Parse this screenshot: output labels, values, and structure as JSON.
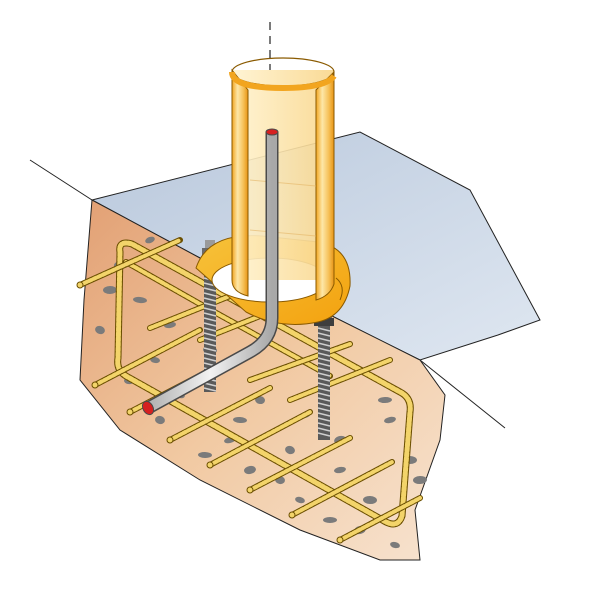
{
  "figure": {
    "kind": "technical-illustration",
    "components": [
      "ground-surface",
      "concrete-foundation-block",
      "rebar-cage",
      "anchor-bolts",
      "steel-pole-sleeve",
      "base-flange-plate",
      "conduit-pipe",
      "centerline-axis"
    ],
    "colors": {
      "ground": "#c9d6e6",
      "concrete": "#f0c9a0",
      "concrete_dark": "#e3a97a",
      "rebar": "#c89a1e",
      "rebar_light": "#f3d46a",
      "pole": "#f6b830",
      "pole_light": "#fde7a8",
      "pipe": "#d9d9d9",
      "pipe_end": "#d62020",
      "bolt": "#555555",
      "stone": "#7b7b7b"
    }
  }
}
